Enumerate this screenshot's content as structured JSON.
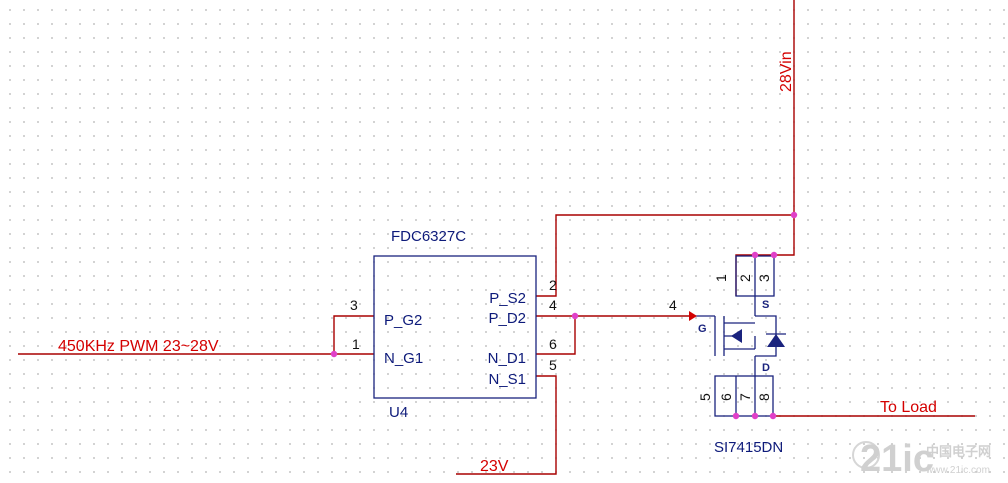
{
  "nets": {
    "pwm_in": "450KHz PWM 23~28V",
    "v28": "28Vin",
    "v23": "23V",
    "to_load": "To Load"
  },
  "u4": {
    "part": "FDC6327C",
    "ref": "U4",
    "pins": [
      {
        "name": "P_G2",
        "num": "3"
      },
      {
        "name": "N_G1",
        "num": "1"
      },
      {
        "name": "P_S2",
        "num": "2"
      },
      {
        "name": "P_D2",
        "num": "4"
      },
      {
        "name": "N_D1",
        "num": "6"
      },
      {
        "name": "N_S1",
        "num": "5"
      }
    ]
  },
  "q1": {
    "part": "SI7415DN",
    "gate_pin": "4",
    "gate_label": "G",
    "source_label": "S",
    "drain_label": "D",
    "top_pins": [
      "1",
      "2",
      "3"
    ],
    "bottom_pins": [
      "5",
      "6",
      "7",
      "8"
    ]
  },
  "watermark": {
    "brand": "21ic",
    "cn": "中国电子网",
    "url": "www.21ic.com"
  },
  "colors": {
    "wire": "#a80000",
    "net_label": "#d40000",
    "component": "#1a237e",
    "junction": "#e040c8"
  }
}
